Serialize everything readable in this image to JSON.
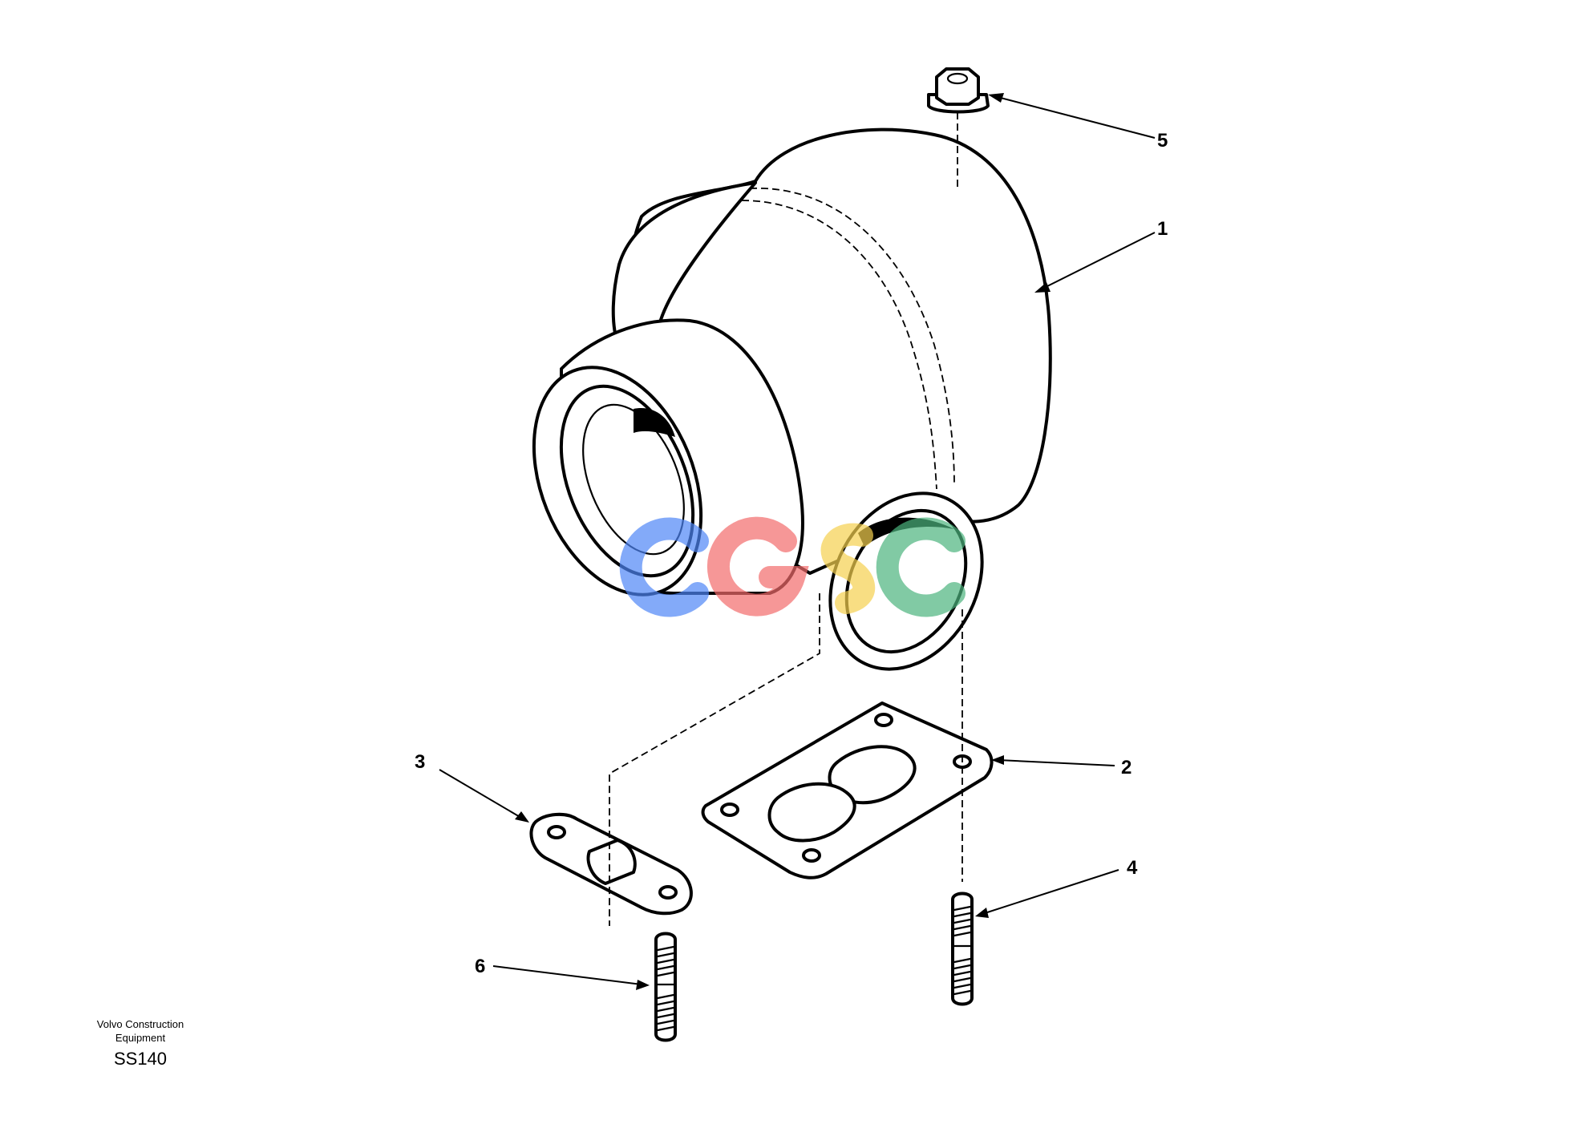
{
  "diagram": {
    "callouts": [
      {
        "id": "1",
        "label": "1"
      },
      {
        "id": "2",
        "label": "2"
      },
      {
        "id": "3",
        "label": "3"
      },
      {
        "id": "4",
        "label": "4"
      },
      {
        "id": "5",
        "label": "5"
      },
      {
        "id": "6",
        "label": "6"
      }
    ]
  },
  "caption": {
    "brand_line1": "Volvo Construction",
    "brand_line2": "Equipment",
    "model": "SS140"
  },
  "watermark": {
    "text": "CGSC",
    "colors": [
      "#4f86f7",
      "#f26b6b",
      "#f5d04e",
      "#4bb37e"
    ]
  }
}
